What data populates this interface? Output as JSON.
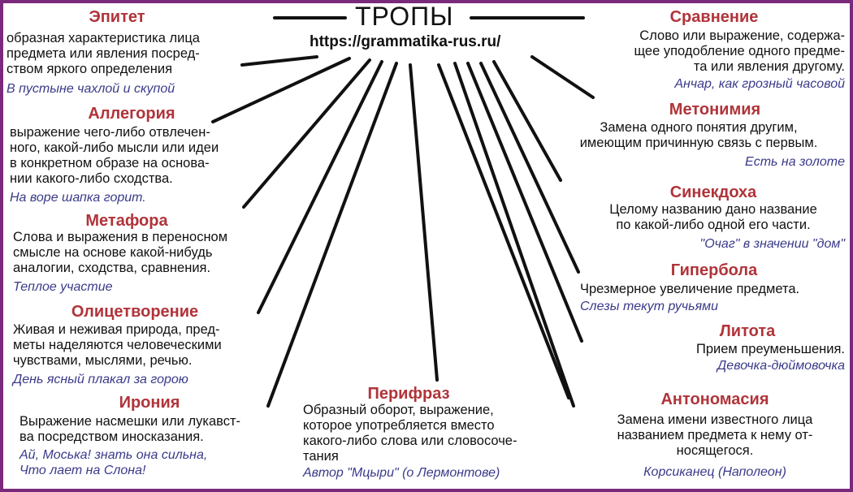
{
  "header": {
    "title": "ТРОПЫ",
    "url": "https://grammatika-rus.ru/"
  },
  "tropes": {
    "epithet": {
      "term": "Эпитет",
      "definition": "образная характеристика лица\nпредмета или явления посред-\nством яркого определения",
      "example": "В пустыне чахлой и скупой"
    },
    "allegory": {
      "term": "Аллегория",
      "definition": "выражение чего-либо отвлечен-\nного, какой-либо мысли или идеи\nв конкретном образе на основа-\nнии какого-либо сходства.",
      "example": "На воре шапка горит."
    },
    "metaphor": {
      "term": "Метафора",
      "definition": "Слова и выражения в переносном\nсмысле на основе какой-нибудь\nаналогии, сходства, сравнения.",
      "example": "Теплое участие"
    },
    "personification": {
      "term": "Олицетворение",
      "definition": "Живая и неживая природа, пред-\nметы наделяются человеческими\nчувствами, мыслями, речью.",
      "example": "День ясный плакал за горою"
    },
    "irony": {
      "term": "Ирония",
      "definition": "Выражение насмешки или лукавст-\nва посредством иносказания.",
      "example": "Ай, Моська! знать она сильна,\nЧто лает на Слона!"
    },
    "periphrasis": {
      "term": "Перифраз",
      "definition": "Образный оборот, выражение,\nкоторое употребляется вместо\nкакого-либо слова или словосоче-\nтания",
      "example": "Автор \"Мцыри\" (о Лермонтове)"
    },
    "comparison": {
      "term": "Сравнение",
      "definition": "Слово или выражение, содержа-\nщее уподобление одного предме-\nта или явления другому.",
      "example": "Анчар, как грозный часовой"
    },
    "metonymy": {
      "term": "Метонимия",
      "definition": "Замена одного понятия другим,\nимеющим причинную связь с первым.",
      "example": "Есть на золоте"
    },
    "synecdoche": {
      "term": "Синекдоха",
      "definition": "Целому названию дано название\nпо какой-либо одной его части.",
      "example": "\"Очаг\" в значении \"дом\""
    },
    "hyperbole": {
      "term": "Гипербола",
      "definition": "Чрезмерное увеличение предмета.",
      "example": "Слезы текут ручьями"
    },
    "litotes": {
      "term": "Литота",
      "definition": "Прием преуменьшения.",
      "example": "Девочка-дюймовочка"
    },
    "antonomasia": {
      "term": "Антономасия",
      "definition": "Замена имени известного лица\nназванием предмета к нему от-\nносящегося.",
      "example": "Корсиканец (Наполеон)"
    }
  },
  "colors": {
    "term": "#b0343a",
    "example": "#3a3a8a",
    "border": "#7a2a7a",
    "text": "#111111"
  }
}
